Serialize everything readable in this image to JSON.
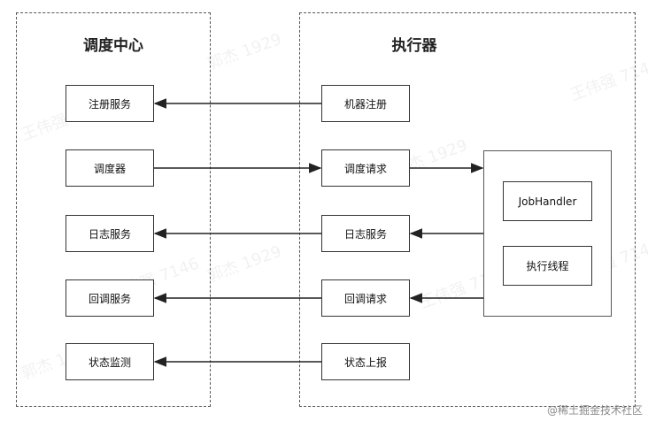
{
  "diagram": {
    "left_panel": {
      "title": "调度中心",
      "nodes": [
        "注册服务",
        "调度器",
        "日志服务",
        "回调服务",
        "状态监测"
      ]
    },
    "right_panel": {
      "title": "执行器",
      "nodes": [
        "机器注册",
        "调度请求",
        "日志服务",
        "回调请求",
        "状态上报"
      ],
      "inner_nodes": [
        "JobHandler",
        "执行线程"
      ]
    },
    "edges": [
      {
        "from": "机器注册",
        "to": "注册服务"
      },
      {
        "from": "调度器",
        "to": "调度请求"
      },
      {
        "from": "调度请求",
        "to": "JobHandler"
      },
      {
        "from": "日志服务(执行器)",
        "to": "日志服务(调度中心)"
      },
      {
        "from": "JobHandler",
        "to": "日志服务(执行器)"
      },
      {
        "from": "回调请求",
        "to": "回调服务"
      },
      {
        "from": "JobHandler",
        "to": "回调请求"
      },
      {
        "from": "状态上报",
        "to": "状态监测"
      }
    ]
  },
  "watermark": {
    "texts": [
      "王伟强 7146",
      "郭杰 1929",
      "王伟强 7146",
      "郭杰 1929",
      "王伟强 7146",
      "郭杰 1929",
      "王伟强 7146",
      "郭杰 1929",
      "王伟强 7146"
    ]
  },
  "footer": {
    "brand": "@稀土掘金技术社区"
  }
}
